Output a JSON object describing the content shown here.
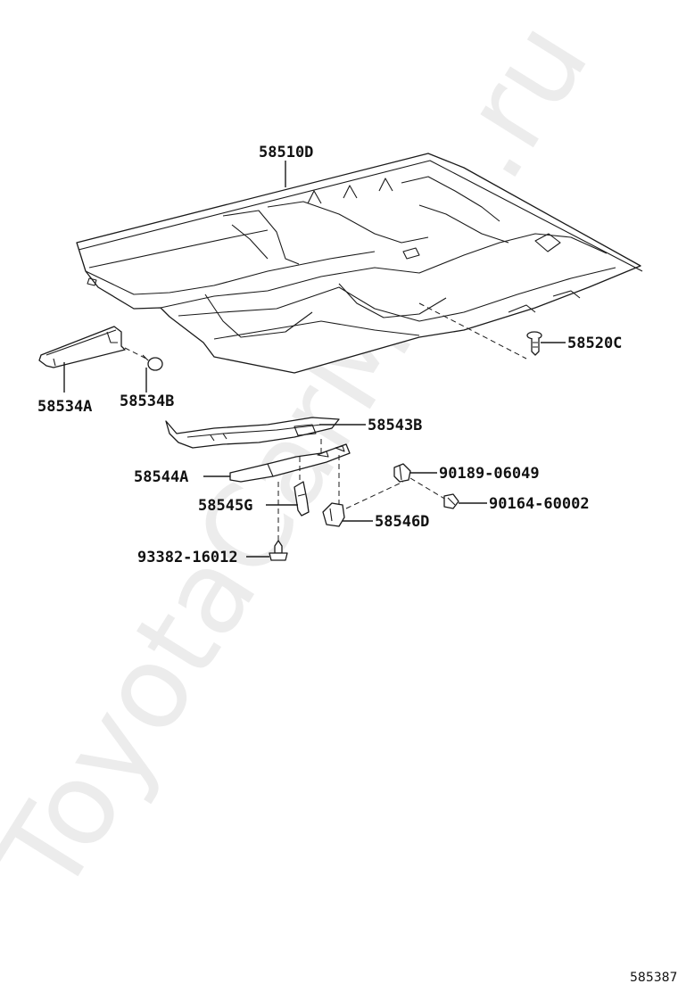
{
  "watermark": "ToyotaCarMine.ru",
  "figure_code": "585387",
  "parts": {
    "p58510D": "58510D",
    "p58520C": "58520C",
    "p58534A": "58534A",
    "p58534B": "58534B",
    "p58543B": "58543B",
    "p58544A": "58544A",
    "p58545G": "58545G",
    "p58546D": "58546D",
    "p90189_06049": "90189-06049",
    "p90164_60002": "90164-60002",
    "p93382_16012": "93382-16012"
  }
}
